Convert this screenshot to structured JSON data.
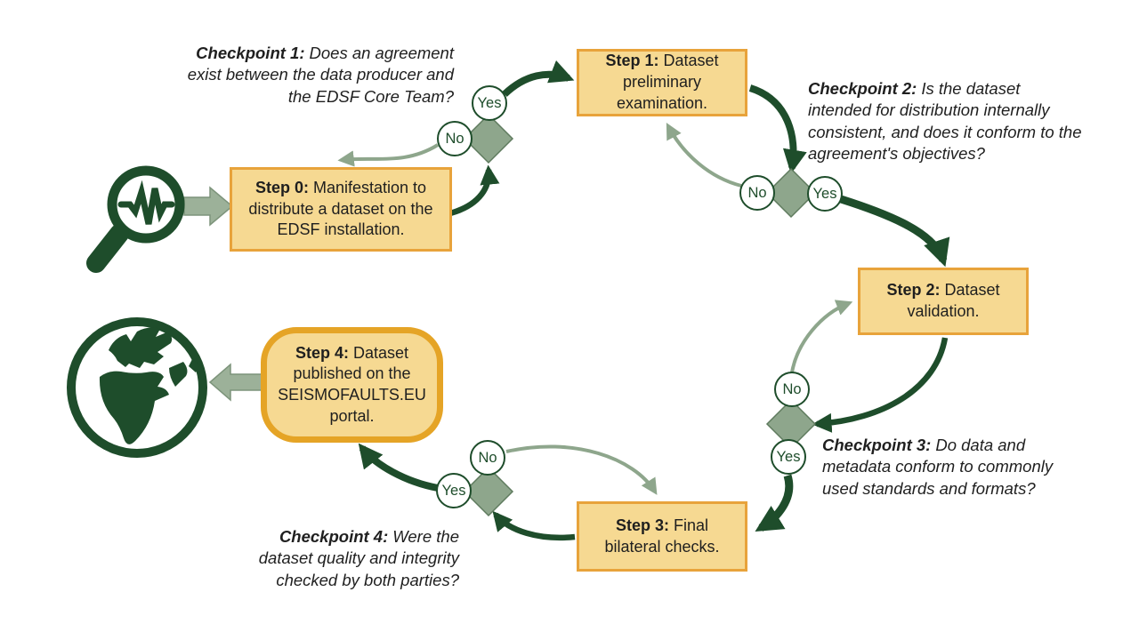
{
  "steps": [
    {
      "label": "Step 0:",
      "text": "Manifestation to distribute a dataset on the EDSF installation."
    },
    {
      "label": "Step 1:",
      "text": "Dataset preliminary examination."
    },
    {
      "label": "Step 2:",
      "text": "Dataset validation."
    },
    {
      "label": "Step 3:",
      "text": "Final bilateral checks."
    },
    {
      "label": "Step 4:",
      "text": "Dataset published on the SEISMOFAULTS.EU portal."
    }
  ],
  "checkpoints": [
    {
      "label": "Checkpoint 1:",
      "question": "Does an agreement exist between the data producer and the EDSF Core Team?",
      "yes": "Yes",
      "no": "No"
    },
    {
      "label": "Checkpoint 2:",
      "question": "Is the dataset intended for distribution internally consistent, and does it conform to the agreement's objectives?",
      "yes": "Yes",
      "no": "No"
    },
    {
      "label": "Checkpoint 3:",
      "question": "Do data and metadata conform to commonly used standards and formats?",
      "yes": "Yes",
      "no": "No"
    },
    {
      "label": "Checkpoint 4:",
      "question": "Were the dataset quality and integrity checked by both parties?",
      "yes": "Yes",
      "no": "No"
    }
  ],
  "icons": {
    "start": "seismograph-magnifier-icon",
    "end": "globe-earth-icon"
  },
  "colors": {
    "dark_green": "#1e4d2b",
    "sage_green": "#8ea68c",
    "box_fill": "#f6d992",
    "box_border": "#e8a33b",
    "step4_border": "#e5a426"
  }
}
